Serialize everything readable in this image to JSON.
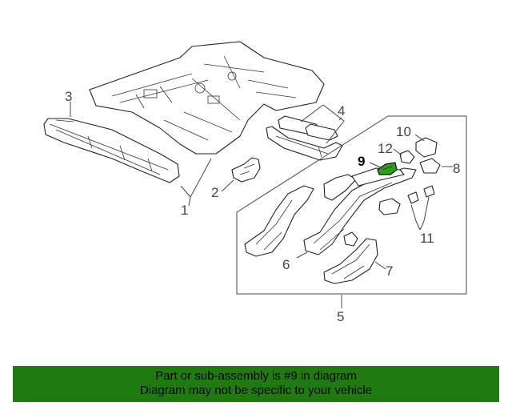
{
  "diagram": {
    "callouts": {
      "c1": "1",
      "c2": "2",
      "c3": "3",
      "c4": "4",
      "c5": "5",
      "c6": "6",
      "c7": "7",
      "c8": "8",
      "c9": "9",
      "c10": "10",
      "c11": "11",
      "c12": "12"
    },
    "highlighted_part": "9",
    "colors": {
      "highlight": "#2e9e1a",
      "banner": "#1f7a10",
      "line": "#222222"
    }
  },
  "banner": {
    "line1": "Part or sub-assembly is #9 in diagram",
    "line2": "Diagram may not be specific to your vehicle"
  }
}
